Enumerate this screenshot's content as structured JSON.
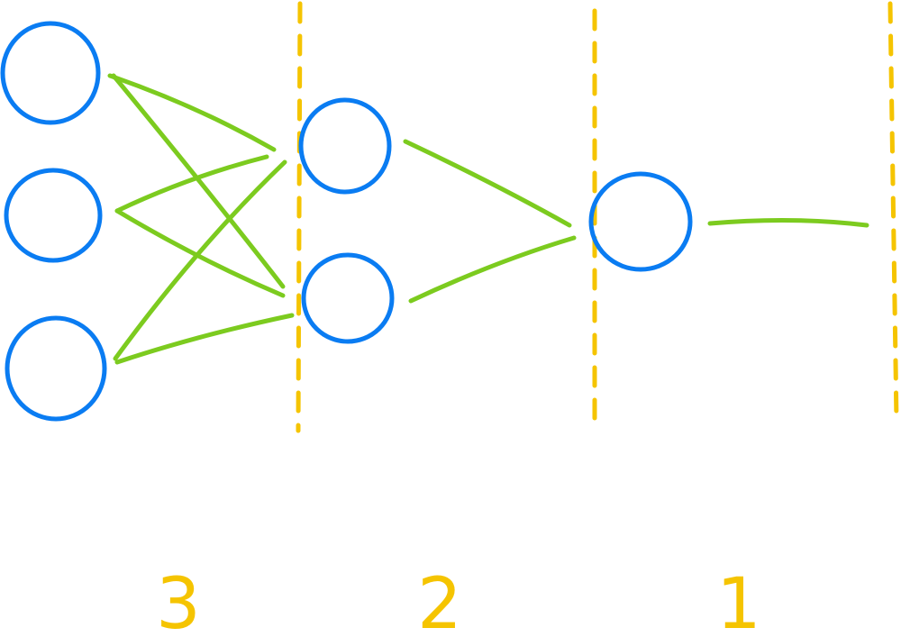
{
  "colors": {
    "node": "#0a7cf2",
    "edge": "#7ccb1f",
    "divider": "#f5c400",
    "label": "#f5c400",
    "background": "#ffffff"
  },
  "layers": [
    {
      "label": "3",
      "node_count": 3
    },
    {
      "label": "2",
      "node_count": 2
    },
    {
      "label": "1",
      "node_count": 1
    }
  ],
  "connections": "fully-connected",
  "output_edge": true
}
